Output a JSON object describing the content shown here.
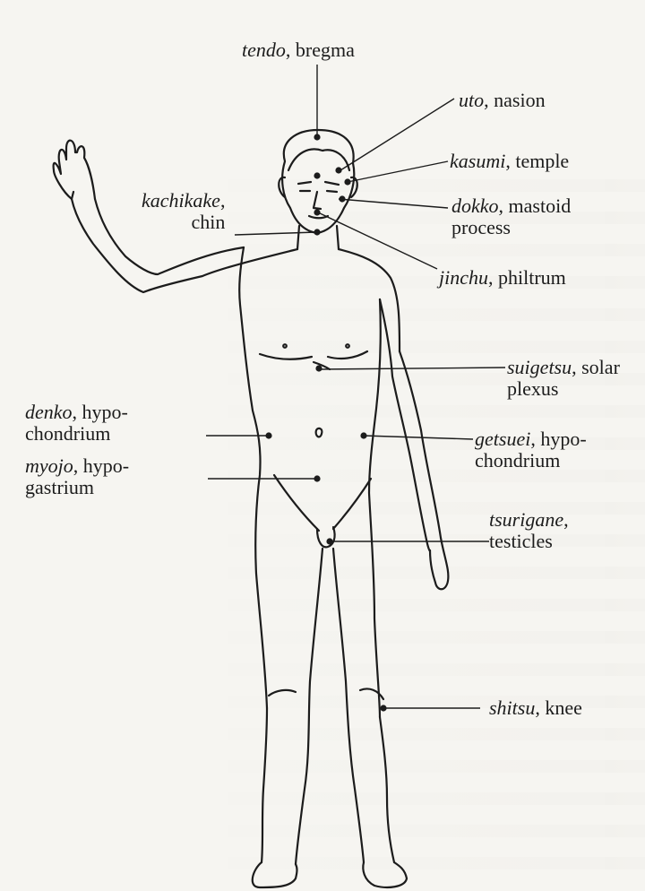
{
  "labels": [
    {
      "id": "tendo",
      "term": "tendo",
      "meaning": "bregma",
      "meaning_line2": ""
    },
    {
      "id": "uto",
      "term": "uto",
      "meaning": "nasion",
      "meaning_line2": ""
    },
    {
      "id": "kasumi",
      "term": "kasumi",
      "meaning": "temple",
      "meaning_line2": ""
    },
    {
      "id": "kachikake",
      "term": "kachikake",
      "meaning": "",
      "meaning_line2": "chin"
    },
    {
      "id": "dokko",
      "term": "dokko",
      "meaning": "mastoid",
      "meaning_line2": "process"
    },
    {
      "id": "jinchu",
      "term": "jinchu",
      "meaning": "philtrum",
      "meaning_line2": ""
    },
    {
      "id": "suigetsu",
      "term": "suigetsu",
      "meaning": "solar",
      "meaning_line2": "plexus"
    },
    {
      "id": "denko",
      "term": "denko",
      "meaning": "hypo-",
      "meaning_line2": "chondrium"
    },
    {
      "id": "getsuei",
      "term": "getsuei",
      "meaning": "hypo-",
      "meaning_line2": "chondrium"
    },
    {
      "id": "myojo",
      "term": "myojo",
      "meaning": "hypo-",
      "meaning_line2": "gastrium"
    },
    {
      "id": "tsurigane",
      "term": "tsurigane",
      "meaning": "",
      "meaning_line2": "testicles"
    },
    {
      "id": "shitsu",
      "term": "shitsu",
      "meaning": "knee",
      "meaning_line2": ""
    }
  ],
  "colors": {
    "ink": "#1c1c1c",
    "paper": "#f6f5f1",
    "ghost": "#b9b7b1"
  }
}
